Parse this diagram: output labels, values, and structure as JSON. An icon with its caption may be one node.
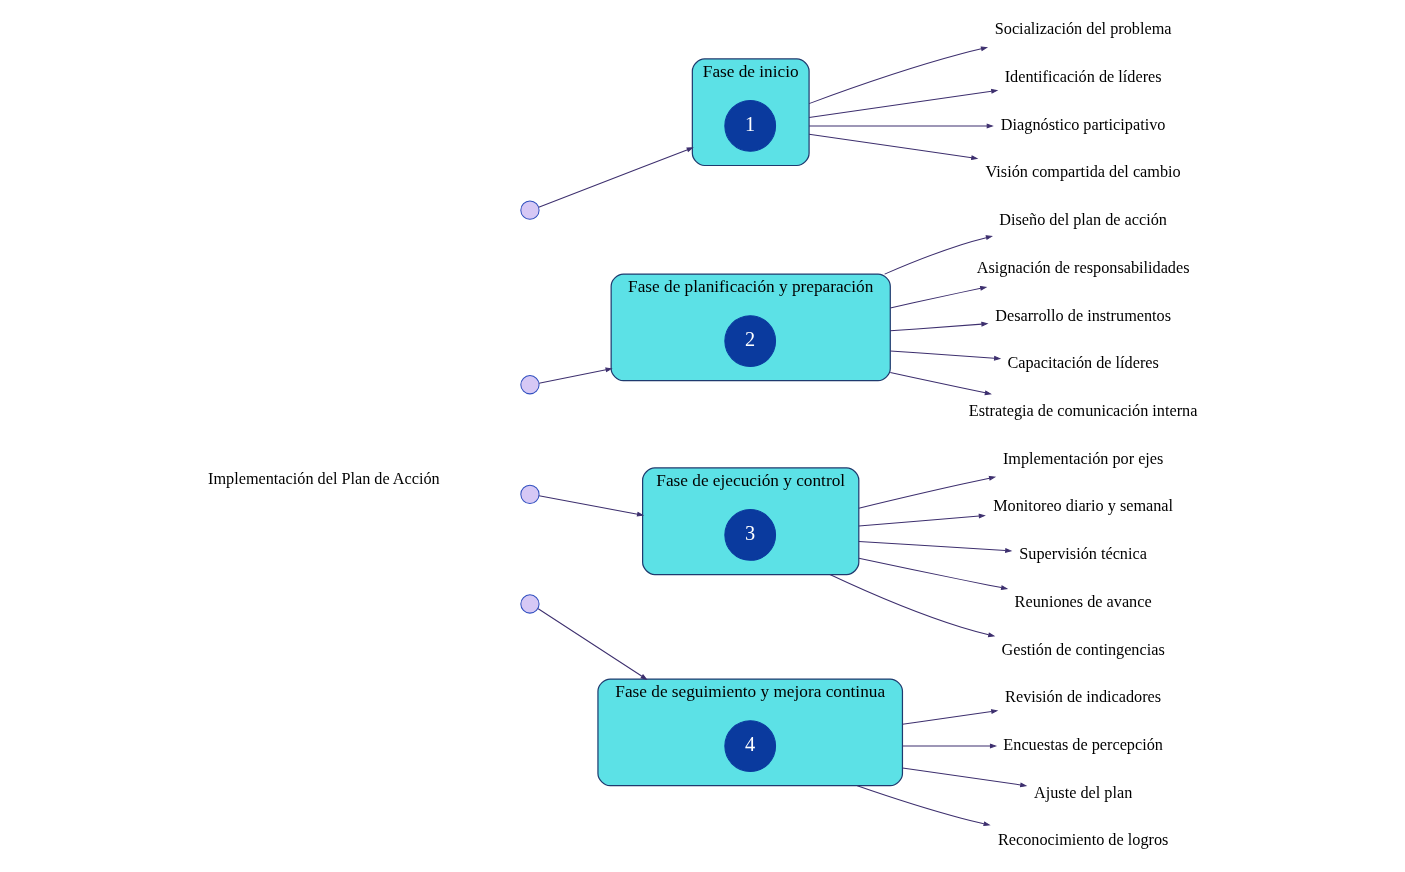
{
  "diagram": {
    "nodes": [
      {
        "text": [
          "Implementación del Plan de Acción"
        ]
      },
      {
        "text": [],
        "shape": "circle"
      },
      {
        "text": [],
        "shape": "circle"
      },
      {
        "text": [],
        "shape": "circle"
      },
      {
        "text": [],
        "shape": "circle"
      },
      {
        "text": [
          "Fase de inicio"
        ]
      },
      {
        "text": [
          "1"
        ],
        "in": 5
      },
      {
        "text": [
          "Socialización del problema"
        ]
      },
      {
        "text": [
          "Identificación de líderes"
        ]
      },
      {
        "text": [
          "Diagnóstico participativo"
        ]
      },
      {
        "text": [
          "Visión compartida del cambio"
        ]
      },
      {
        "text": [
          "Fase de planificación y preparación"
        ]
      },
      {
        "text": [
          "2"
        ],
        "in": 11
      },
      {
        "text": [
          "Diseño del plan de acción"
        ]
      },
      {
        "text": [
          "Asignación de responsabilidades"
        ]
      },
      {
        "text": [
          "Desarrollo de instrumentos"
        ]
      },
      {
        "text": [
          "Capacitación de líderes"
        ]
      },
      {
        "text": [
          "Estrategia de comunicación interna"
        ]
      },
      {
        "text": [
          "Fase de ejecución y control"
        ]
      },
      {
        "text": [
          "3"
        ],
        "in": 18
      },
      {
        "text": [
          "Implementación por ejes"
        ]
      },
      {
        "text": [
          "Monitoreo diario y semanal"
        ]
      },
      {
        "text": [
          "Supervisión técnica"
        ]
      },
      {
        "text": [
          "Reuniones de avance"
        ]
      },
      {
        "text": [
          "Gestión de contingencias"
        ]
      },
      {
        "text": [
          "Fase de seguimiento y mejora continua"
        ]
      },
      {
        "text": [
          "4"
        ],
        "in": 25
      },
      {
        "text": [
          "Revisión de indicadores"
        ]
      },
      {
        "text": [
          "Encuestas de percepción"
        ]
      },
      {
        "text": [
          "Ajuste del plan"
        ]
      },
      {
        "text": [
          "Reconocimiento de logros"
        ]
      }
    ],
    "edges": [
      {
        "from": 1,
        "to": 5,
        "arrow": "to"
      },
      {
        "from": 2,
        "to": 11,
        "arrow": "to"
      },
      {
        "from": 3,
        "to": 18,
        "arrow": "to"
      },
      {
        "from": 4,
        "to": 25,
        "arrow": "to"
      },
      {
        "from": 5,
        "to": 7,
        "arrow": "to"
      },
      {
        "from": 5,
        "to": 8,
        "arrow": "to"
      },
      {
        "from": 5,
        "to": 9,
        "arrow": "to"
      },
      {
        "from": 5,
        "to": 10,
        "arrow": "to"
      },
      {
        "from": 11,
        "to": 13,
        "arrow": "to"
      },
      {
        "from": 11,
        "to": 14,
        "arrow": "to"
      },
      {
        "from": 11,
        "to": 15,
        "arrow": "to"
      },
      {
        "from": 11,
        "to": 16,
        "arrow": "to"
      },
      {
        "from": 11,
        "to": 17,
        "arrow": "to"
      },
      {
        "from": 18,
        "to": 20,
        "arrow": "to"
      },
      {
        "from": 18,
        "to": 21,
        "arrow": "to"
      },
      {
        "from": 18,
        "to": 22,
        "arrow": "to"
      },
      {
        "from": 18,
        "to": 23,
        "arrow": "to"
      },
      {
        "from": 18,
        "to": 24,
        "arrow": "to"
      },
      {
        "from": 25,
        "to": 27,
        "arrow": "to"
      },
      {
        "from": 25,
        "to": 28,
        "arrow": "to"
      },
      {
        "from": 25,
        "to": 29,
        "arrow": "to"
      },
      {
        "from": 25,
        "to": 30,
        "arrow": "to"
      }
    ]
  }
}
